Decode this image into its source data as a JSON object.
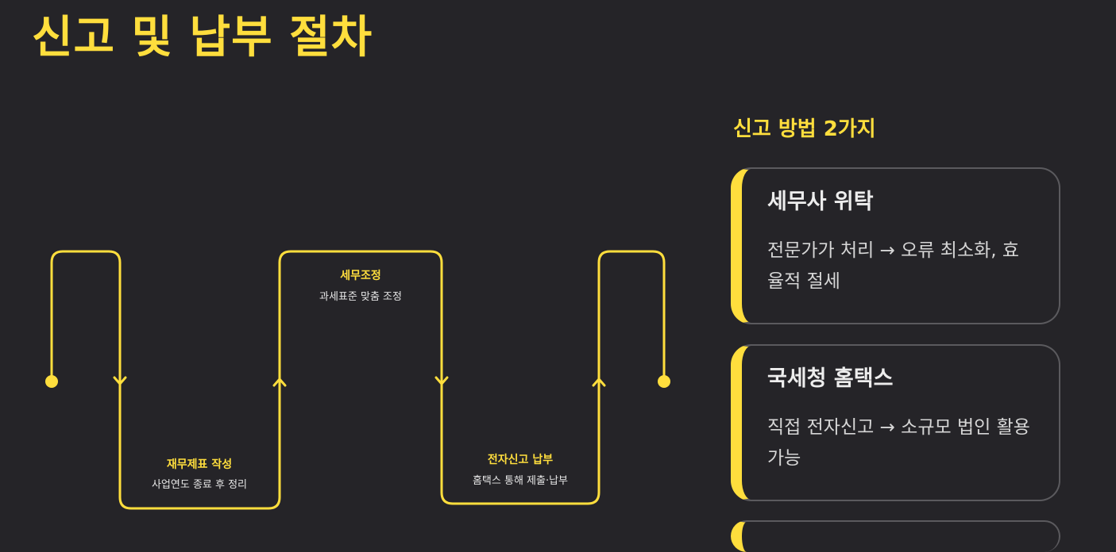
{
  "page": {
    "title": "신고 및 납부 절차"
  },
  "flow": {
    "accent": "#FFDE3D",
    "steps": [
      {
        "title": "재무제표 작성",
        "desc": "사업연도 종료 후 정리"
      },
      {
        "title": "세무조정",
        "desc": "과세표준 맞춤 조정"
      },
      {
        "title": "전자신고 납부",
        "desc": "홈택스 통해 제출·납부"
      }
    ]
  },
  "methods": {
    "heading": "신고 방법 2가지",
    "items": [
      {
        "title": "세무사 위탁",
        "desc": "전문가가 처리 → 오류 최소화, 효율적 절세"
      },
      {
        "title": "국세청 홈택스",
        "desc": "직접 전자신고 → 소규모 법인 활용 가능"
      }
    ]
  },
  "colors": {
    "background": "#252428",
    "accent": "#FFDE3D",
    "card_border": "#5B5A5E"
  }
}
